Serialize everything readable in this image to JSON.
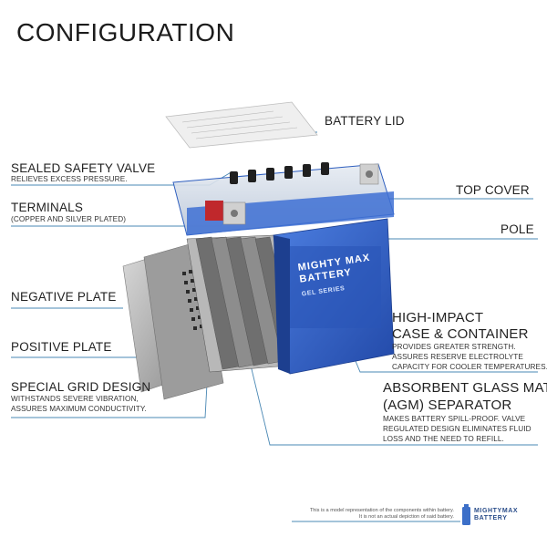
{
  "title": "CONFIGURATION",
  "labels": {
    "battery_lid": "BATTERY LID",
    "safety_valve": "SEALED SAFETY VALVE",
    "safety_valve_sub": "RELIEVES EXCESS PRESSURE.",
    "terminals": "TERMINALS",
    "terminals_sub": "(COPPER AND SILVER PLATED)",
    "top_cover": "TOP COVER",
    "pole": "POLE",
    "negative_plate": "NEGATIVE PLATE",
    "positive_plate": "POSITIVE PLATE",
    "grid_design": "SPECIAL GRID DESIGN",
    "grid_design_sub1": "WITHSTANDS SEVERE VIBRATION,",
    "grid_design_sub2": "ASSURES MAXIMUM CONDUCTIVITY.",
    "case_line1": "HIGH-IMPACT",
    "case_line2": "CASE & CONTAINER",
    "case_sub1": "PROVIDES GREATER STRENGTH.",
    "case_sub2": "ASSURES RESERVE ELECTROLYTE",
    "case_sub3": "CAPACITY FOR COOLER TEMPERATURES.",
    "agm_line1": "ABSORBENT GLASS MAT",
    "agm_line2": "(AGM) SEPARATOR",
    "agm_sub1": "MAKES BATTERY SPILL-PROOF. VALVE",
    "agm_sub2": "REGULATED DESIGN ELIMINATES FLUID",
    "agm_sub3": "LOSS AND THE NEED TO REFILL."
  },
  "battery": {
    "brand_line1": "MIGHTY MAX",
    "brand_line2": "BATTERY",
    "series": "GEL SERIES"
  },
  "footer": {
    "line1": "This is a model representation of the components within battery.",
    "line2": "It is not an actual depiction of said battery.",
    "logo_line1": "MIGHTYMAX",
    "logo_line2": "BATTERY"
  },
  "colors": {
    "accent_line": "#4a88b4",
    "case_blue": "#2f5fbf",
    "case_blue_dark": "#1d3f8f",
    "lid_gray": "#ececec",
    "plate_gray": "#a9a9a9",
    "terminal_red": "#c0282c"
  }
}
